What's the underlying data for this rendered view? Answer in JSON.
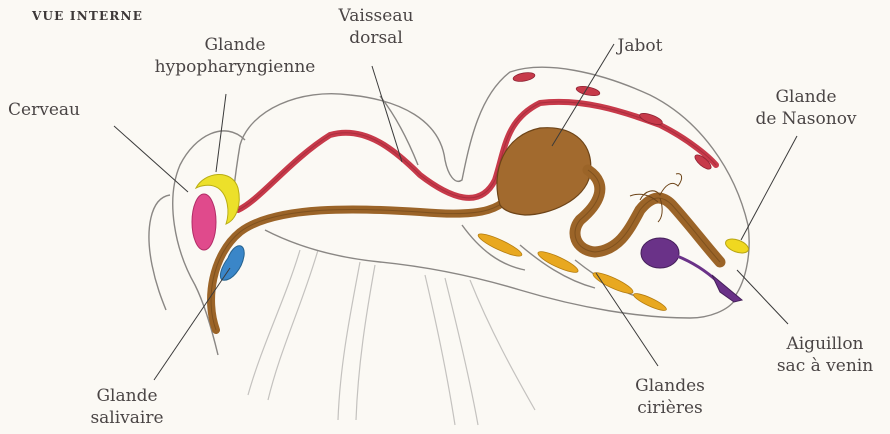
{
  "title": "VUE INTERNE",
  "labels": {
    "vaisseau": {
      "line1": "Vaisseau",
      "line2": "dorsal"
    },
    "glande_hypo": {
      "line1": "Glande",
      "line2": "hypopharyngienne"
    },
    "cerveau": {
      "line1": "Cerveau"
    },
    "jabot": {
      "line1": "Jabot"
    },
    "nasonov": {
      "line1": "Glande",
      "line2": "de Nasonov"
    },
    "aiguillon": {
      "line1": "Aiguillon",
      "line2": "sac à venin"
    },
    "cirieres": {
      "line1": "Glandes",
      "line2": "cirières"
    },
    "salivaire": {
      "line1": "Glande",
      "line2": "salivaire"
    }
  },
  "colors": {
    "outline": "#8a8784",
    "vessel": "#c73a4a",
    "gut": "#9b6428",
    "brain": "#e04a8c",
    "hypo_gland": "#ece02a",
    "salivary": "#3a86c8",
    "wax": "#e8a820",
    "venom": "#6a3288",
    "nasonov": "#f0d820"
  }
}
